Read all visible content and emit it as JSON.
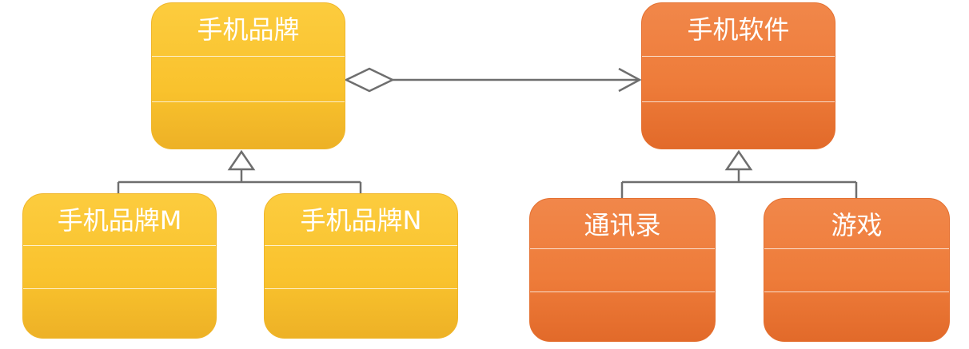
{
  "diagram": {
    "boxes": {
      "brand": {
        "title": "手机品牌"
      },
      "software": {
        "title": "手机软件"
      },
      "brand_m": {
        "title": "手机品牌M"
      },
      "brand_n": {
        "title": "手机品牌N"
      },
      "contacts": {
        "title": "通讯录"
      },
      "game": {
        "title": "游戏"
      }
    },
    "colors": {
      "yellow": "#f9c22d",
      "orange": "#ee7c3a",
      "connector": "#6e6e6e"
    },
    "relations": [
      {
        "type": "aggregation",
        "from": "brand",
        "to": "software"
      },
      {
        "type": "inheritance",
        "from": "brand_m",
        "to": "brand"
      },
      {
        "type": "inheritance",
        "from": "brand_n",
        "to": "brand"
      },
      {
        "type": "inheritance",
        "from": "contacts",
        "to": "software"
      },
      {
        "type": "inheritance",
        "from": "game",
        "to": "software"
      }
    ]
  }
}
